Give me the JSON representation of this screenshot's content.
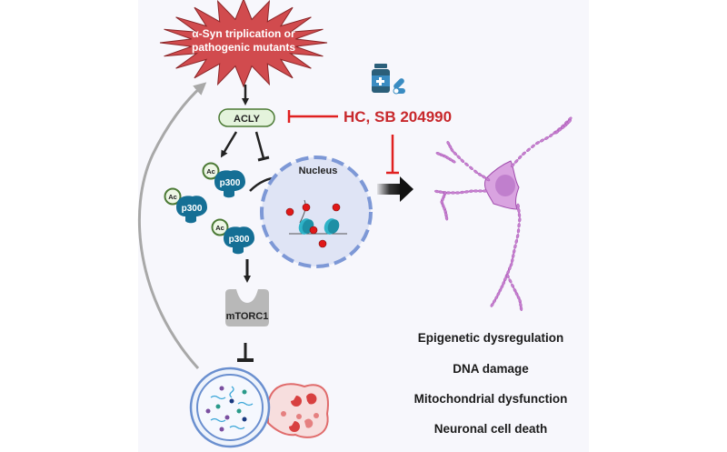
{
  "trigger": {
    "line1": "α-Syn triplication or",
    "line2": "pathogenic mutants"
  },
  "enzyme": {
    "label": "ACLY"
  },
  "inhibitor": {
    "label": "HC, SB 204990"
  },
  "acetyl": {
    "label": "Ac"
  },
  "p300": {
    "label": "p300"
  },
  "nucleus": {
    "label": "Nucleus"
  },
  "mtorc1": {
    "label": "mTORC1"
  },
  "outcomes": [
    "Epigenetic dysregulation",
    "DNA damage",
    "Mitochondrial dysfunction",
    "Neuronal cell death"
  ],
  "colors": {
    "panel_bg": "#f7f7fc",
    "trigger_fill": "#d14b4e",
    "inhibitor_red": "#e02020",
    "inhibitor_text": "#c8282c",
    "acly_fill": "#e4f3dc",
    "acly_stroke": "#4c7a35",
    "p300_fill": "#156f95",
    "nucleus_fill": "#dfe4f5",
    "nucleus_stroke": "#7d98d6",
    "mtorc1_fill": "#b8b8b8",
    "neuron": "#c77fd0",
    "feedback_arrow": "#a8a8a8"
  }
}
